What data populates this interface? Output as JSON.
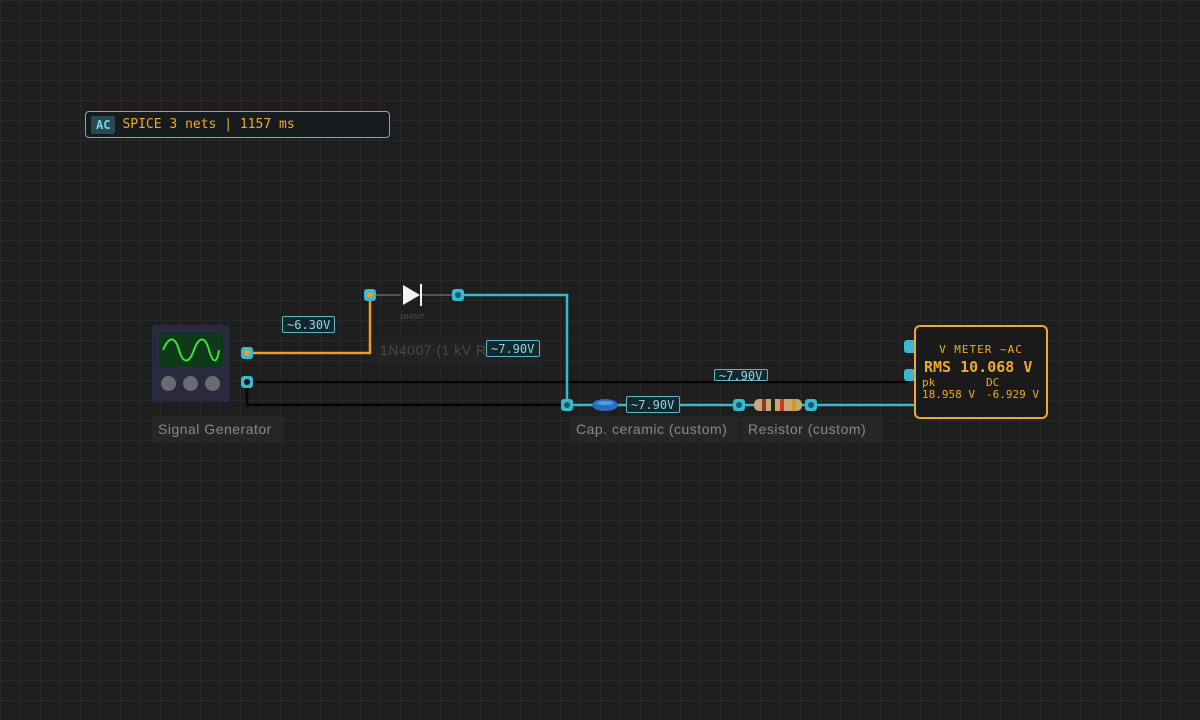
{
  "sim_status": {
    "mode": "AC",
    "text": "SPICE 3 nets | 1157 ms"
  },
  "components": {
    "signal_generator": {
      "label": "Signal Generator"
    },
    "diode": {
      "part": "1N4007",
      "label": "1N4007 (1 kV Re"
    },
    "capacitor": {
      "label": "Cap. ceramic (custom)"
    },
    "resistor": {
      "label": "Resistor (custom)"
    }
  },
  "voltage_tags": [
    {
      "id": "gen-out",
      "text": "~6.30V"
    },
    {
      "id": "diode-out",
      "text": "~7.90V"
    },
    {
      "id": "resistor-top",
      "text": "~7.90V"
    },
    {
      "id": "cap-node",
      "text": "~7.90V"
    }
  ],
  "meter": {
    "title": "V METER ~AC",
    "rms_label": "RMS",
    "rms_value": "10.068 V",
    "pk_label": "pk",
    "pk_value": "18.958 V",
    "dc_label": "DC",
    "dc_value": "-6.929 V"
  },
  "colors": {
    "orange_wire": "#e8a028",
    "cyan_wire": "#3ab8d0",
    "black_wire": "#050505",
    "meter_accent": "#f0a830"
  }
}
